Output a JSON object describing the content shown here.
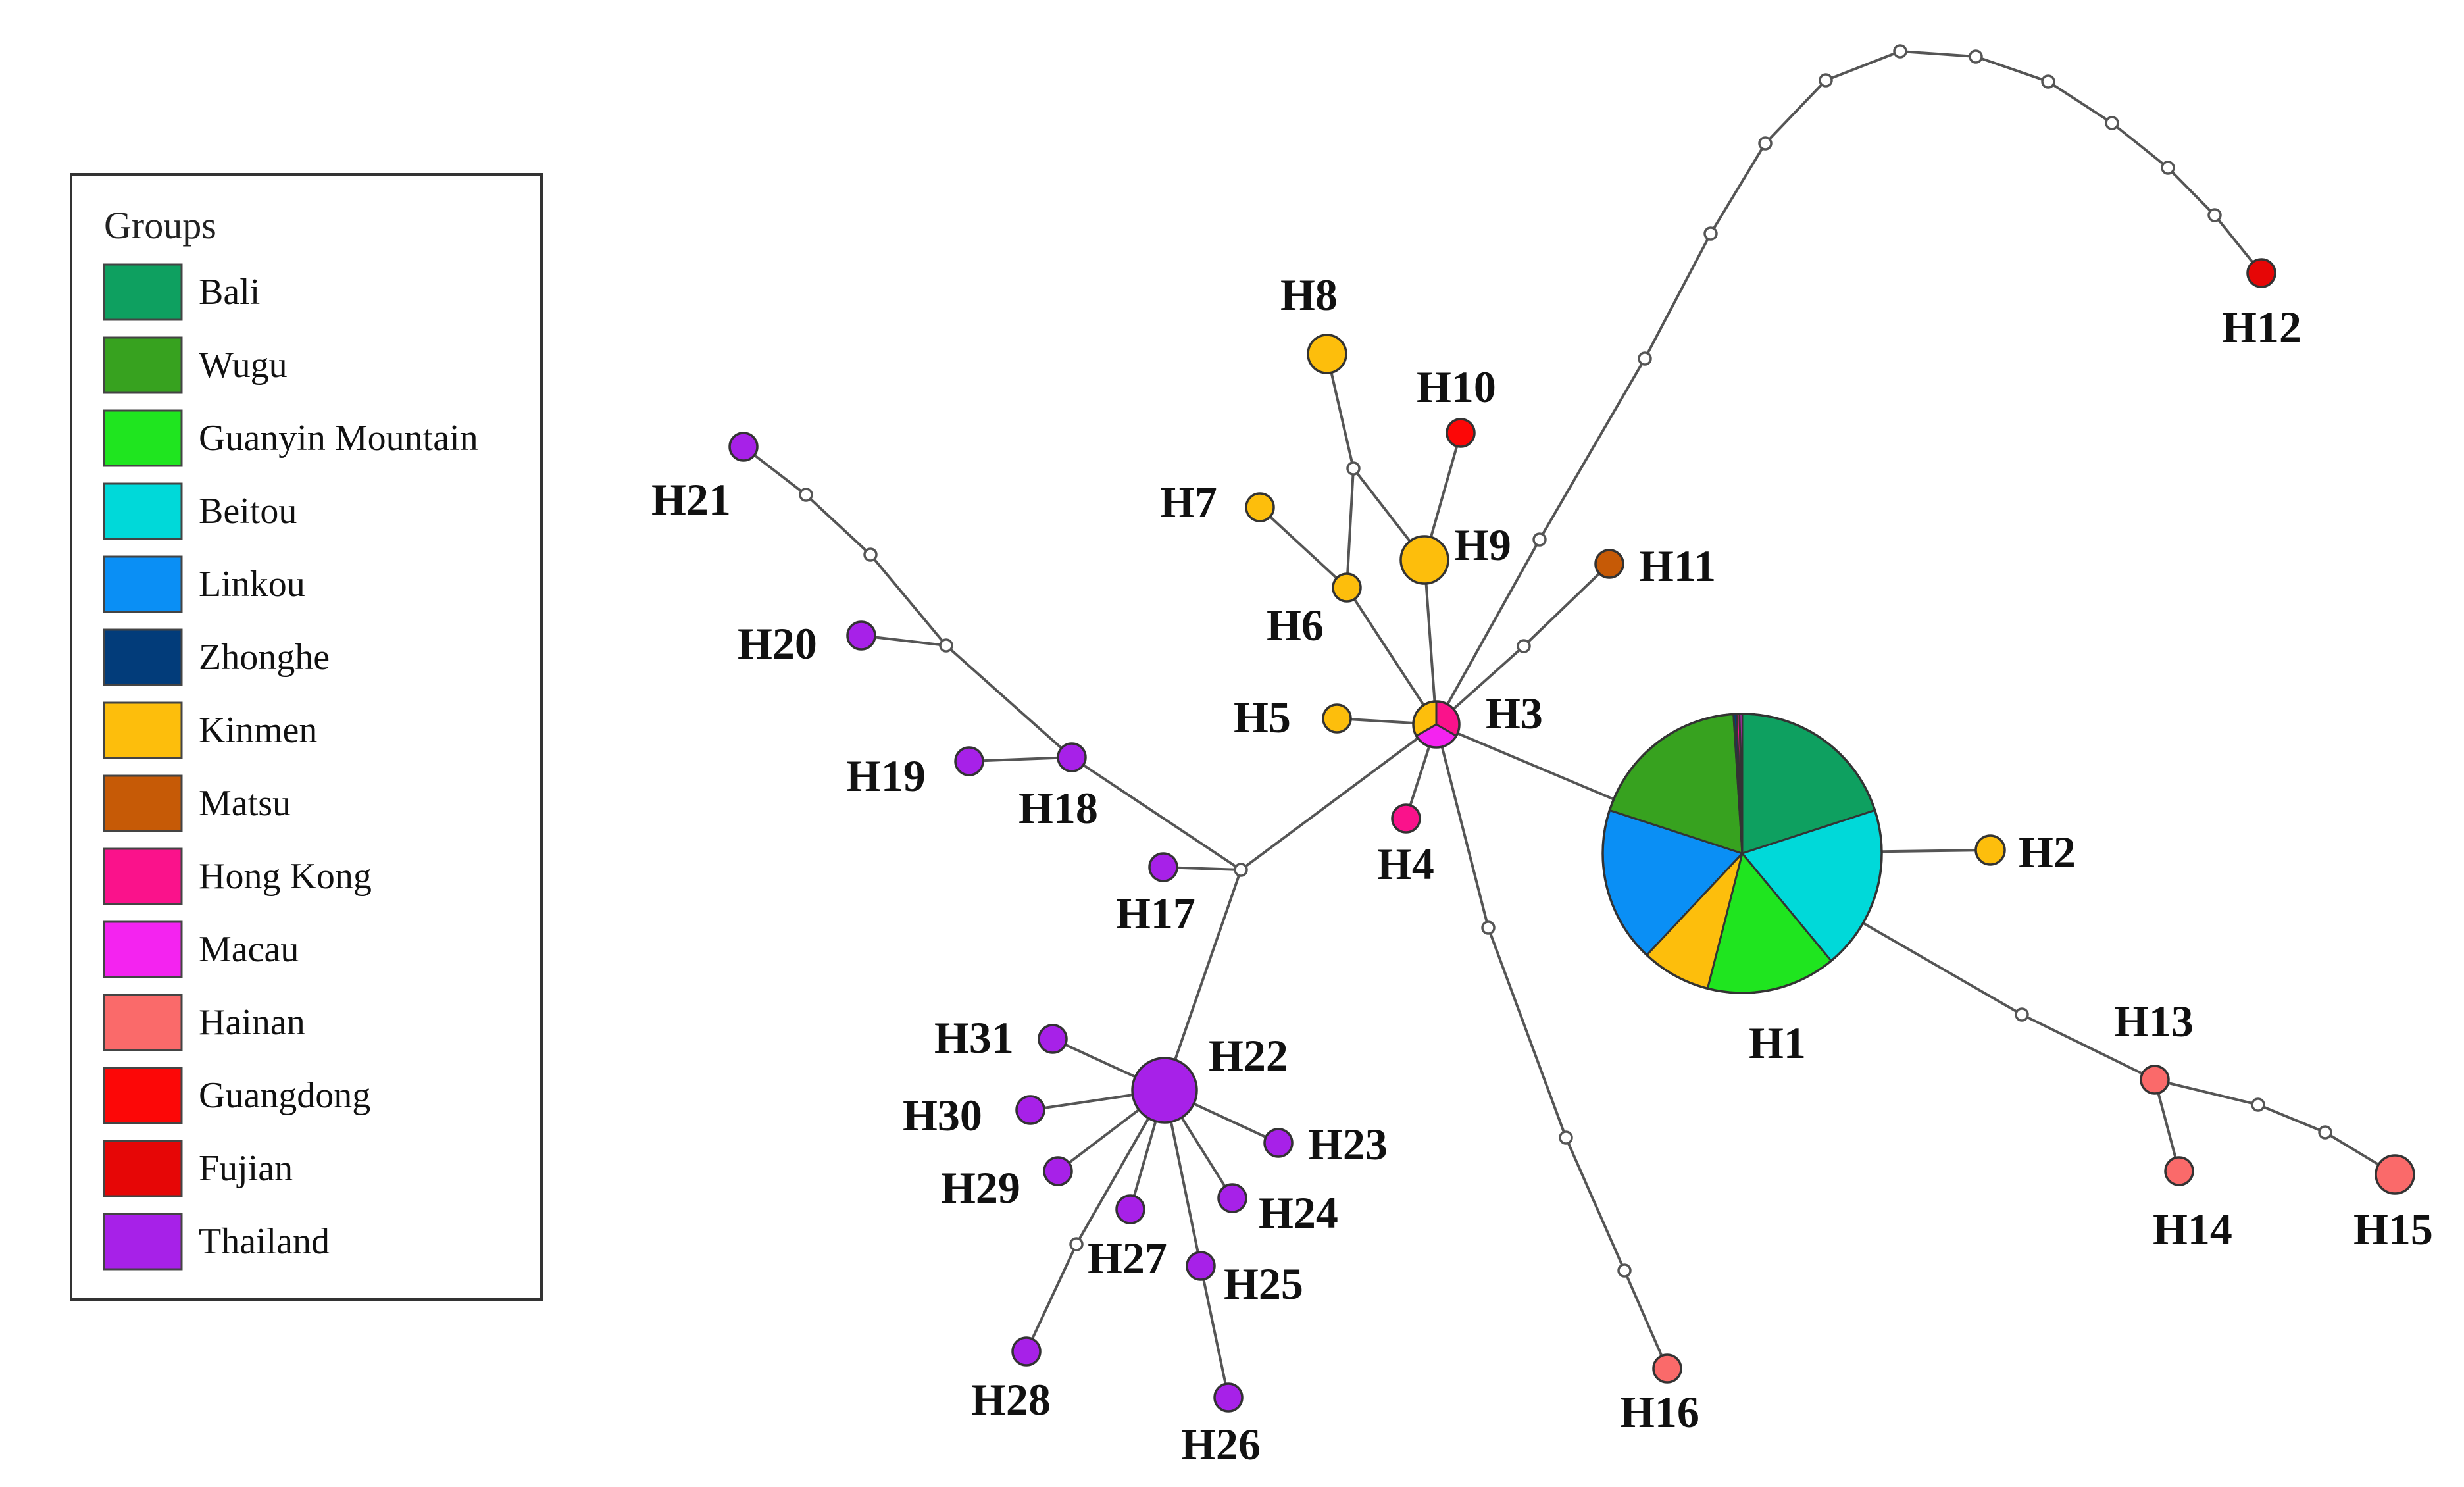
{
  "legend": {
    "title": "Groups",
    "items": [
      {
        "key": "bali",
        "label": "Bali",
        "color": "#0EA060"
      },
      {
        "key": "wugu",
        "label": "Wugu",
        "color": "#37A21F"
      },
      {
        "key": "guanyin",
        "label": "Guanyin Mountain",
        "color": "#1FE51F"
      },
      {
        "key": "beitou",
        "label": "Beitou",
        "color": "#00D9D9"
      },
      {
        "key": "linkou",
        "label": "Linkou",
        "color": "#0A8FF5"
      },
      {
        "key": "zhonghe",
        "label": "Zhonghe",
        "color": "#023C7A"
      },
      {
        "key": "kinmen",
        "label": "Kinmen",
        "color": "#FDBE0C"
      },
      {
        "key": "matsu",
        "label": "Matsu",
        "color": "#C65A06"
      },
      {
        "key": "hongkong",
        "label": "Hong Kong",
        "color": "#FA128B"
      },
      {
        "key": "macau",
        "label": "Macau",
        "color": "#F423F0"
      },
      {
        "key": "hainan",
        "label": "Hainan",
        "color": "#FA6A6A"
      },
      {
        "key": "guangdong",
        "label": "Guangdong",
        "color": "#FC0707"
      },
      {
        "key": "fujian",
        "label": "Fujian",
        "color": "#E60606"
      },
      {
        "key": "thailand",
        "label": "Thailand",
        "color": "#A721E8"
      }
    ]
  },
  "haplotypes": [
    {
      "id": "H1",
      "label": "H1",
      "composition": [
        {
          "group": "bali",
          "value": 20
        },
        {
          "group": "beitou",
          "value": 19
        },
        {
          "group": "guanyin",
          "value": 15
        },
        {
          "group": "kinmen",
          "value": 8
        },
        {
          "group": "linkou",
          "value": 18
        },
        {
          "group": "wugu",
          "value": 19
        },
        {
          "group": "zhonghe",
          "value": 0.35
        },
        {
          "group": "hongkong",
          "value": 0.35
        },
        {
          "group": "macau",
          "value": 0.3
        }
      ]
    },
    {
      "id": "H2",
      "label": "H2",
      "composition": [
        {
          "group": "kinmen",
          "value": 1
        }
      ]
    },
    {
      "id": "H3",
      "label": "H3",
      "composition": [
        {
          "group": "hongkong",
          "value": 1
        },
        {
          "group": "macau",
          "value": 1
        },
        {
          "group": "kinmen",
          "value": 1
        }
      ]
    },
    {
      "id": "H4",
      "label": "H4",
      "composition": [
        {
          "group": "hongkong",
          "value": 1
        }
      ]
    },
    {
      "id": "H5",
      "label": "H5",
      "composition": [
        {
          "group": "kinmen",
          "value": 1
        }
      ]
    },
    {
      "id": "H6",
      "label": "H6",
      "composition": [
        {
          "group": "kinmen",
          "value": 1
        }
      ]
    },
    {
      "id": "H7",
      "label": "H7",
      "composition": [
        {
          "group": "kinmen",
          "value": 1
        }
      ]
    },
    {
      "id": "H8",
      "label": "H8",
      "composition": [
        {
          "group": "kinmen",
          "value": 1
        }
      ]
    },
    {
      "id": "H9",
      "label": "H9",
      "composition": [
        {
          "group": "kinmen",
          "value": 1
        }
      ]
    },
    {
      "id": "H10",
      "label": "H10",
      "composition": [
        {
          "group": "guangdong",
          "value": 1
        }
      ]
    },
    {
      "id": "H11",
      "label": "H11",
      "composition": [
        {
          "group": "matsu",
          "value": 1
        }
      ]
    },
    {
      "id": "H12",
      "label": "H12",
      "composition": [
        {
          "group": "fujian",
          "value": 1
        }
      ]
    },
    {
      "id": "H13",
      "label": "H13",
      "composition": [
        {
          "group": "hainan",
          "value": 1
        }
      ]
    },
    {
      "id": "H14",
      "label": "H14",
      "composition": [
        {
          "group": "hainan",
          "value": 1
        }
      ]
    },
    {
      "id": "H15",
      "label": "H15",
      "composition": [
        {
          "group": "hainan",
          "value": 1
        }
      ]
    },
    {
      "id": "H16",
      "label": "H16",
      "composition": [
        {
          "group": "hainan",
          "value": 1
        }
      ]
    },
    {
      "id": "H17",
      "label": "H17",
      "composition": [
        {
          "group": "thailand",
          "value": 1
        }
      ]
    },
    {
      "id": "H18",
      "label": "H18",
      "composition": [
        {
          "group": "thailand",
          "value": 1
        }
      ]
    },
    {
      "id": "H19",
      "label": "H19",
      "composition": [
        {
          "group": "thailand",
          "value": 1
        }
      ]
    },
    {
      "id": "H20",
      "label": "H20",
      "composition": [
        {
          "group": "thailand",
          "value": 1
        }
      ]
    },
    {
      "id": "H21",
      "label": "H21",
      "composition": [
        {
          "group": "thailand",
          "value": 1
        }
      ]
    },
    {
      "id": "H22",
      "label": "H22",
      "composition": [
        {
          "group": "thailand",
          "value": 1
        }
      ]
    },
    {
      "id": "H23",
      "label": "H23",
      "composition": [
        {
          "group": "thailand",
          "value": 1
        }
      ]
    },
    {
      "id": "H24",
      "label": "H24",
      "composition": [
        {
          "group": "thailand",
          "value": 1
        }
      ]
    },
    {
      "id": "H25",
      "label": "H25",
      "composition": [
        {
          "group": "thailand",
          "value": 1
        }
      ]
    },
    {
      "id": "H26",
      "label": "H26",
      "composition": [
        {
          "group": "thailand",
          "value": 1
        }
      ]
    },
    {
      "id": "H27",
      "label": "H27",
      "composition": [
        {
          "group": "thailand",
          "value": 1
        }
      ]
    },
    {
      "id": "H28",
      "label": "H28",
      "composition": [
        {
          "group": "thailand",
          "value": 1
        }
      ]
    },
    {
      "id": "H29",
      "label": "H29",
      "composition": [
        {
          "group": "thailand",
          "value": 1
        }
      ]
    },
    {
      "id": "H30",
      "label": "H30",
      "composition": [
        {
          "group": "thailand",
          "value": 1
        }
      ]
    },
    {
      "id": "H31",
      "label": "H31",
      "composition": [
        {
          "group": "thailand",
          "value": 1
        }
      ]
    }
  ]
}
